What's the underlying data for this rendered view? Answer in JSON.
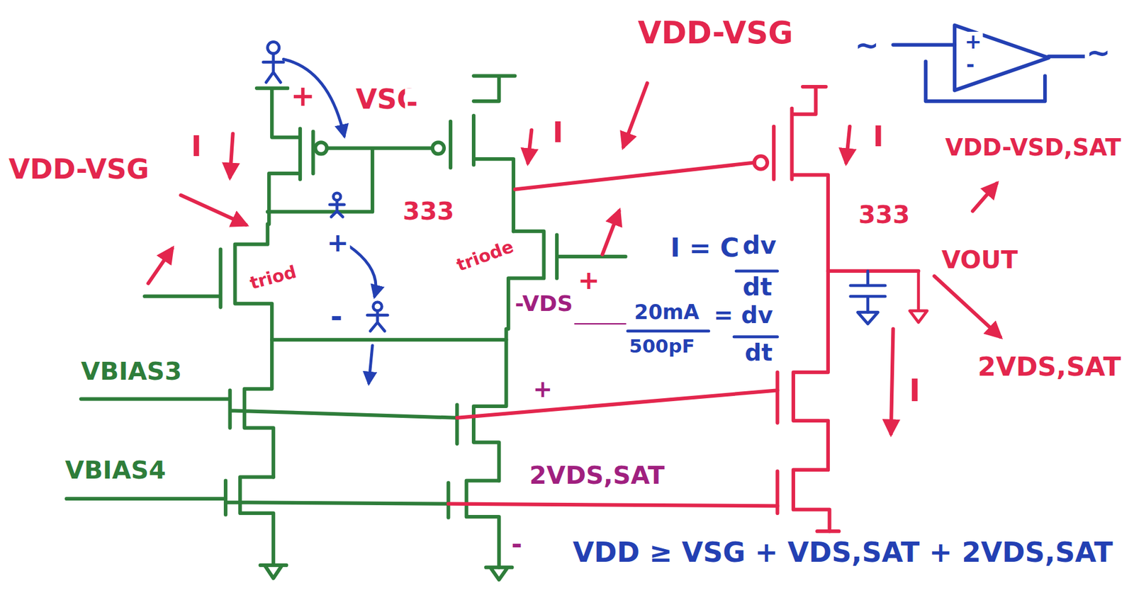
{
  "diagram": {
    "labels": [
      "VDD-VSG",
      "+",
      "VSG",
      "-",
      "I",
      "VDD-VSG",
      "I",
      "333",
      "333",
      "I",
      "VDD-VSD,SAT",
      "+",
      "-",
      "~",
      "~",
      "triod",
      "+",
      "-",
      "triode",
      "+",
      "I = C",
      "dv",
      "dt",
      "-VDS",
      "20mA",
      "500pF",
      "= dv",
      "dt",
      "VOUT",
      "2VDS,SAT",
      "I",
      "VBIAS3",
      "VBIAS4",
      "+",
      "2VDS,SAT",
      "-",
      "VDD ≥ VSG + VDS,SAT + 2VDS,SAT"
    ]
  }
}
